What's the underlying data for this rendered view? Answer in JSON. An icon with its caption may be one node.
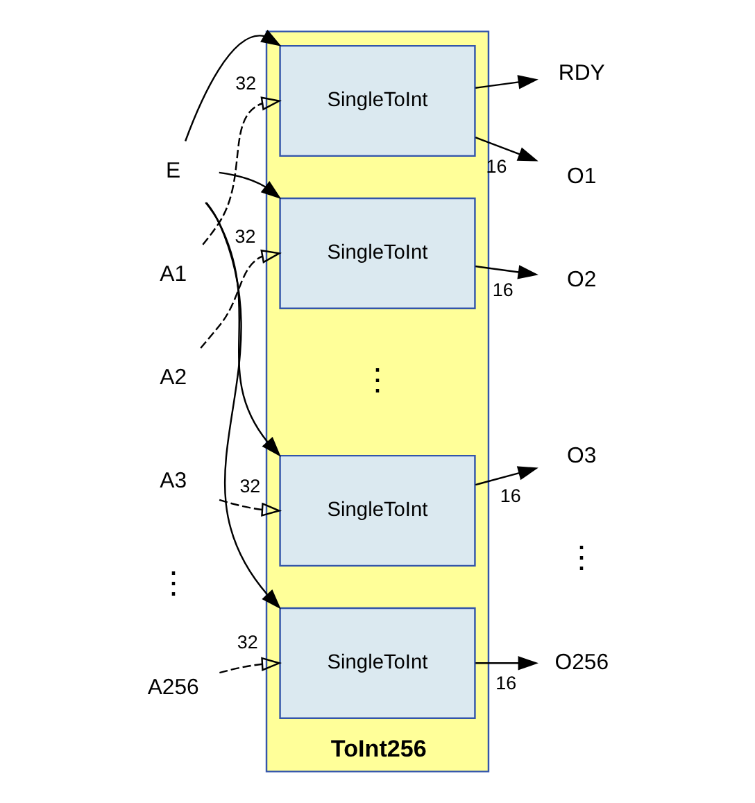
{
  "diagram": {
    "nodes": [
      {
        "text": [
          "ToInt256"
        ]
      },
      {
        "text": [
          "E"
        ]
      },
      {
        "text": [
          "A1"
        ]
      },
      {
        "text": [
          "A2"
        ]
      },
      {
        "text": [
          "A3"
        ]
      },
      {
        "text": [
          "A256"
        ]
      },
      {
        "text": [
          "SingleToInt"
        ],
        "in": 0
      },
      {
        "text": [
          "SingleToInt"
        ],
        "in": 0
      },
      {
        "text": [
          "SingleToInt"
        ],
        "in": 0
      },
      {
        "text": [
          "SingleToInt"
        ],
        "in": 0
      },
      {
        "text": [
          "RDY"
        ]
      },
      {
        "text": [
          "O1"
        ]
      },
      {
        "text": [
          "O2"
        ]
      },
      {
        "text": [
          "O3"
        ]
      },
      {
        "text": [
          "O256"
        ]
      }
    ],
    "edges": [
      {
        "from": 1,
        "to": 6,
        "arrow": "to"
      },
      {
        "from": 1,
        "to": 7,
        "arrow": "to"
      },
      {
        "from": 1,
        "to": 8,
        "arrow": "to"
      },
      {
        "from": 1,
        "to": 9,
        "arrow": "to"
      },
      {
        "from": 2,
        "to": 6,
        "arrow": "to",
        "style": "dashed",
        "label": "32"
      },
      {
        "from": 3,
        "to": 7,
        "arrow": "to",
        "style": "dashed",
        "label": "32"
      },
      {
        "from": 4,
        "to": 8,
        "arrow": "to",
        "style": "dashed",
        "label": "32"
      },
      {
        "from": 5,
        "to": 9,
        "arrow": "to",
        "style": "dashed",
        "label": "32"
      },
      {
        "from": 6,
        "to": 10,
        "arrow": "to"
      },
      {
        "from": 6,
        "to": 11,
        "arrow": "to",
        "label": "16"
      },
      {
        "from": 7,
        "to": 12,
        "arrow": "to",
        "label": "16"
      },
      {
        "from": 8,
        "to": 13,
        "arrow": "to",
        "label": "16"
      },
      {
        "from": 9,
        "to": 14,
        "arrow": "to",
        "label": "16"
      }
    ],
    "labels": [
      "⋮",
      "⋮",
      "⋮"
    ]
  }
}
